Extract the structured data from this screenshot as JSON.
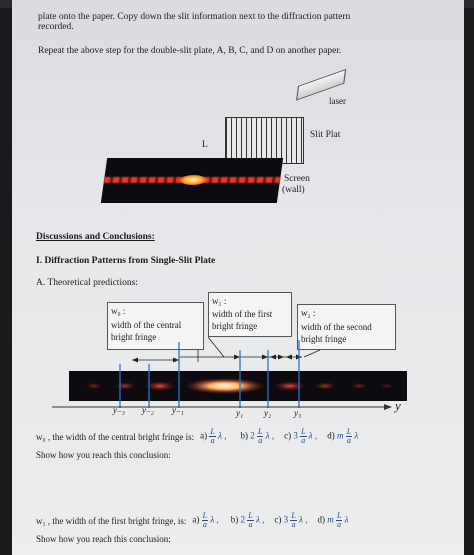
{
  "intro": {
    "line1": "plate onto the paper. Copy down the slit information next to the diffraction pattern",
    "line2": "recorded.",
    "repeat": "Repeat the above step for the double-slit plate, A, B, C, and D on another paper."
  },
  "setup": {
    "laser": "laser",
    "slit_plate": "Slit Plat",
    "l_label": "L",
    "screen_line1": "Screen",
    "screen_line2": "(wall)"
  },
  "discussion": {
    "heading": "Discussions and Conclusions:",
    "section": "I.   Diffraction Patterns from Single-Slit Plate",
    "subsection": "A. Theoretical predictions:"
  },
  "callouts": {
    "w0": {
      "symbol": "w₀ :",
      "line1": "width of the central",
      "line2": "bright fringe"
    },
    "w1": {
      "symbol": "w₁ :",
      "line1": "width of the first",
      "line2": "bright fringe"
    },
    "w2": {
      "symbol": "w₂ :",
      "line1": "width of the second",
      "line2": "bright fringe"
    }
  },
  "axis": {
    "label": "y",
    "ticks": [
      "y₋₃",
      "y₋₂",
      "y₋₁",
      "y₁",
      "y₂",
      "y₃"
    ]
  },
  "question1": {
    "prefix": "w₀ , the width of the central bright fringe is:",
    "options": [
      {
        "letter": "a)",
        "coef": "",
        "num": "L",
        "den": "a",
        "tail": "λ ,"
      },
      {
        "letter": "b)",
        "coef": "2",
        "num": "L",
        "den": "a",
        "tail": "λ ,"
      },
      {
        "letter": "c)",
        "coef": "3",
        "num": "L",
        "den": "a",
        "tail": "λ ,"
      },
      {
        "letter": "d)",
        "coef": "m",
        "num": "L",
        "den": "a",
        "tail": "λ"
      }
    ],
    "show": "Show how you reach this conclusion:"
  },
  "question2": {
    "prefix": "w₁ , the width of the first bright fringe, is:",
    "options": [
      {
        "letter": "a)",
        "coef": "",
        "num": "L",
        "den": "a",
        "tail": "λ ,"
      },
      {
        "letter": "b)",
        "coef": "2",
        "num": "L",
        "den": "a",
        "tail": "λ ,"
      },
      {
        "letter": "c)",
        "coef": "3",
        "num": "L",
        "den": "a",
        "tail": "λ ,"
      },
      {
        "letter": "d)",
        "coef": "m",
        "num": "L",
        "den": "a",
        "tail": "λ"
      }
    ],
    "show": "Show how you reach this conclusion:"
  },
  "colors": {
    "accent_blue": "#2a4a8a",
    "fringe_red": "#e13a2a",
    "line_blue": "#2f6fd0"
  }
}
